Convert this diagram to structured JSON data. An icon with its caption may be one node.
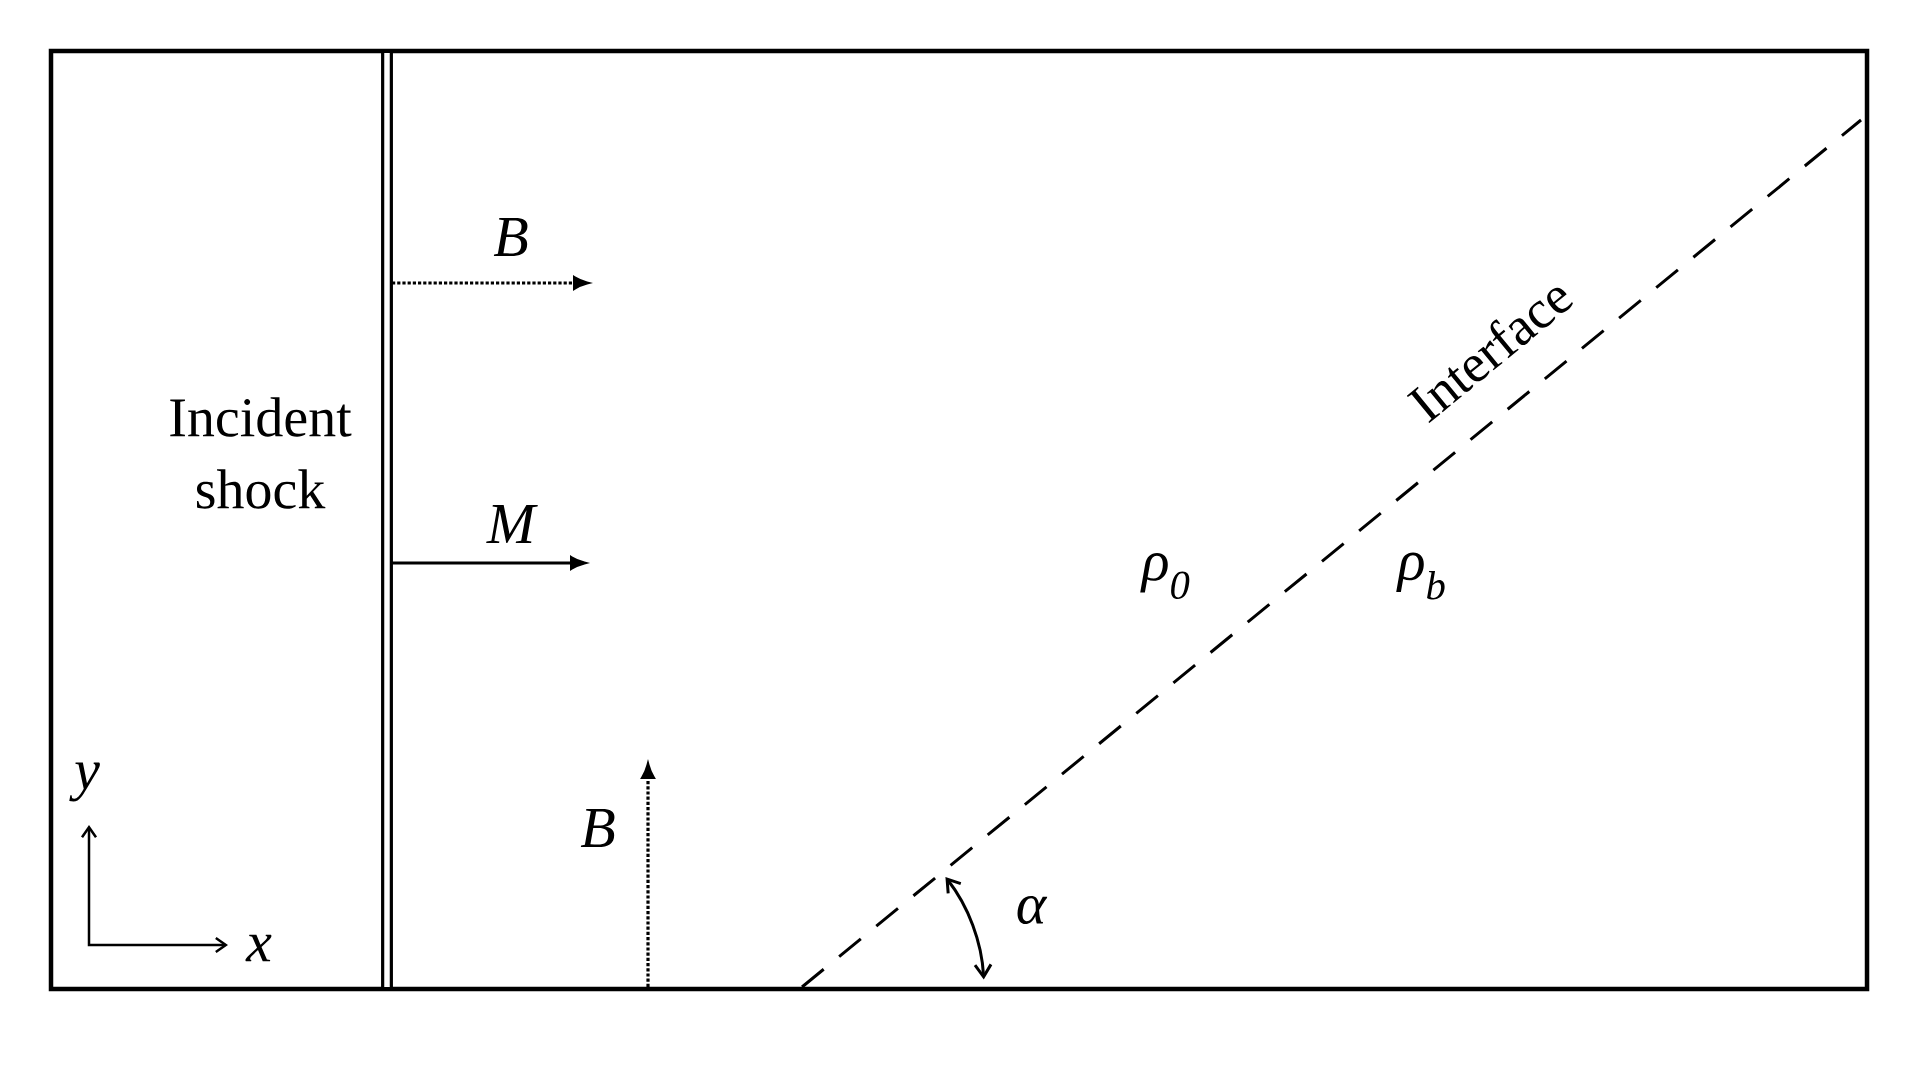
{
  "diagram": {
    "labels": [
      "B",
      "Interface",
      "Incident shock",
      "M",
      "ρ$_{0}$",
      "ρ$_{b}$",
      "y",
      "B",
      "α",
      "x"
    ]
  }
}
